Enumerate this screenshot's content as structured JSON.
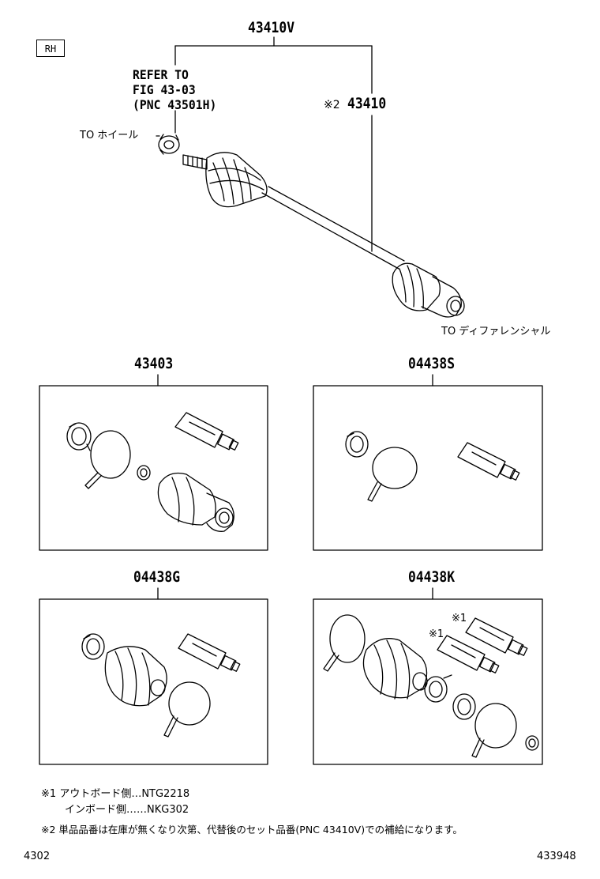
{
  "region_tag": "RH",
  "main_pnc": "43410V",
  "refer": {
    "line1": "REFER TO",
    "line2": "FIG 43-03",
    "line3": "(PNC 43501H)"
  },
  "sub_pnc": {
    "mark": "※2",
    "number": "43410"
  },
  "to_wheel": "TO ホイール",
  "to_diff": "TO ディファレンシャル",
  "kits": [
    {
      "pnc": "43403"
    },
    {
      "pnc": "04438S"
    },
    {
      "pnc": "04438G"
    },
    {
      "pnc": "04438K"
    }
  ],
  "kit_marks": {
    "mark1a": "※1",
    "mark1b": "※1"
  },
  "notes": {
    "n1_mark": "※1",
    "n1_line1": "アウトボード側…NTG2218",
    "n1_line2": "インボード側……NKG302",
    "n2_mark": "※2",
    "n2_text": "単品品番は在庫が無くなり次第、代替後のセット品番(PNC 43410V)での補給になります。"
  },
  "footer": {
    "left": "4302",
    "right": "433948"
  }
}
